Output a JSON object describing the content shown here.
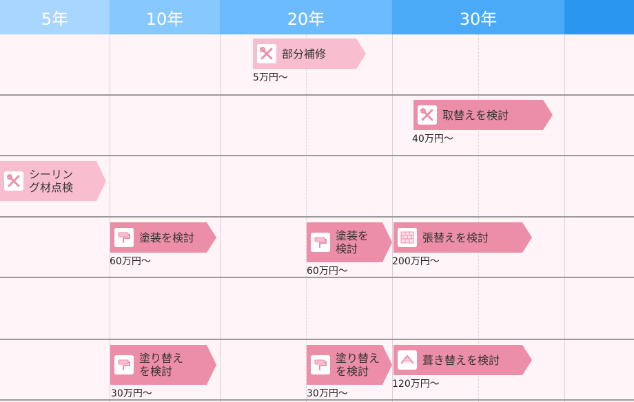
{
  "header": {
    "columns": [
      {
        "label": "5年",
        "color": "#a9d6ff"
      },
      {
        "label": "10年",
        "color": "#87c8ff"
      },
      {
        "label": "20年",
        "color": "#6dbbff"
      },
      {
        "label": "30年",
        "color": "#4aaaf8"
      },
      {
        "label": "",
        "color": "#2a96f0"
      }
    ]
  },
  "rows": {
    "r1": {
      "tag1_label": "部分補修",
      "tag1_price": "5万円～"
    },
    "r2": {
      "tag1_label": "取替えを検討",
      "tag1_price": "40万円～"
    },
    "r3": {
      "tag1_label": "シーリン\nグ材点検"
    },
    "r4": {
      "tag1_label": "塗装を検討",
      "tag1_price": "60万円～",
      "tag2_label": "塗装を\n検討",
      "tag2_price": "60万円～",
      "tag3_label": "張替えを検討",
      "tag3_price": "200万円～"
    },
    "r6": {
      "tag1_label": "塗り替え\nを検討",
      "tag1_price": "30万円～",
      "tag2_label": "塗り替え\nを検討",
      "tag2_price": "30万円～",
      "tag3_label": "葺き替えを検討",
      "tag3_price": "120万円～"
    }
  },
  "icons": [
    "tools-icon",
    "paint-roller-icon",
    "brick-wall-icon",
    "roof-icon"
  ]
}
